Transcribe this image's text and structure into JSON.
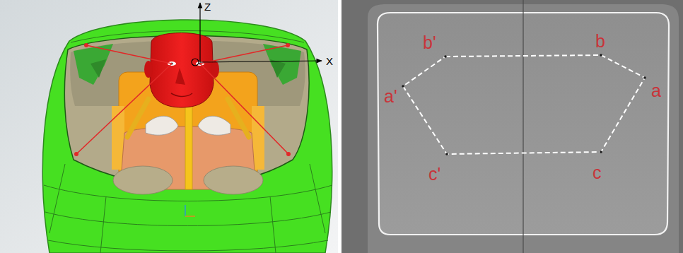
{
  "diagram": {
    "labels": [
      "Z",
      "X",
      "b'",
      "b",
      "a'",
      "a",
      "c'",
      "c"
    ]
  }
}
